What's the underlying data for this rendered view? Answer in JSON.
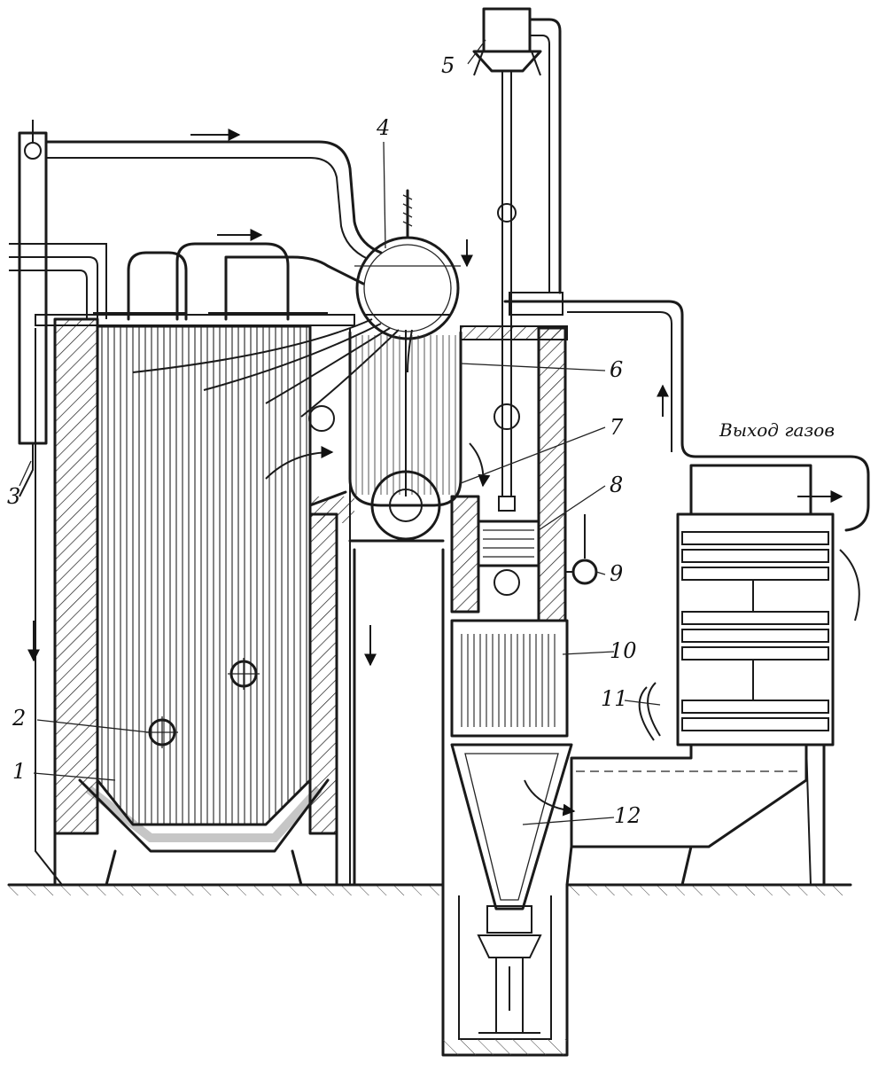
{
  "labels": {
    "l1": "1",
    "l2": "2",
    "l3": "3",
    "l4": "4",
    "l5": "5",
    "l6": "6",
    "l7": "7",
    "l8": "8",
    "l9": "9",
    "l10": "10",
    "l11": "11",
    "l12": "12"
  },
  "gas_exit_caption": "Выход газов"
}
